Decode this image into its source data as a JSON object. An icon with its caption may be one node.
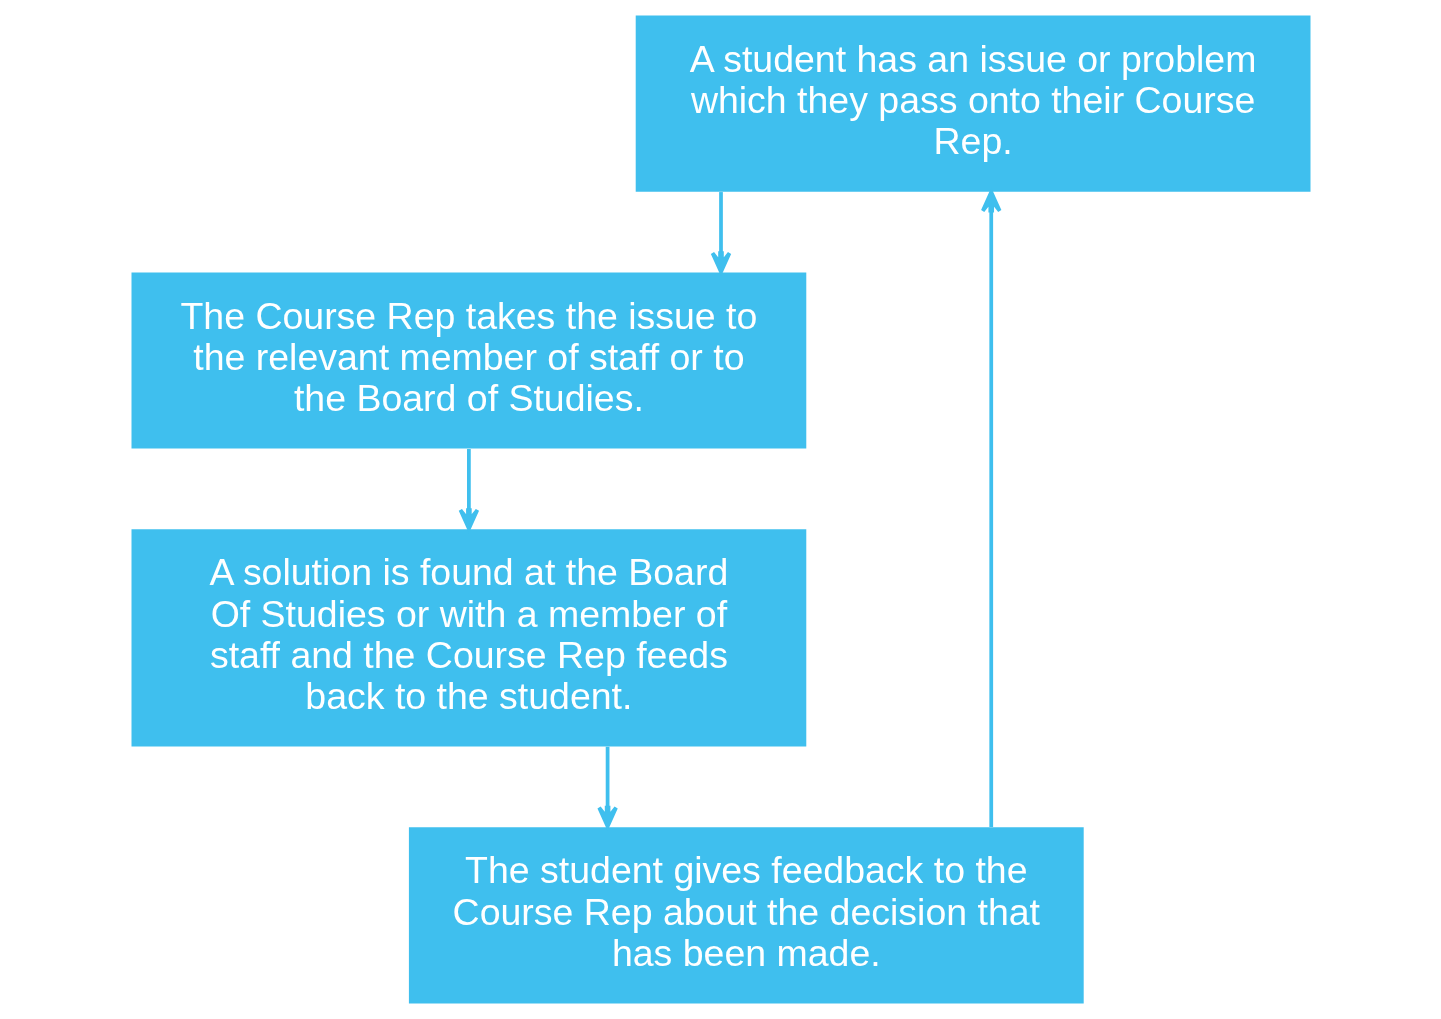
{
  "diagram": {
    "nodes": [
      {
        "text": [
          "A student has an issue or problem which they pass onto their Course Rep."
        ]
      },
      {
        "text": [
          "The Course Rep takes the issue to the relevant member of staff or to the Board of Studies."
        ]
      },
      {
        "text": [
          "A solution is found at the Board Of Studies or with a member of staff and the Course Rep feeds back to the student."
        ]
      },
      {
        "text": [
          "The student gives feedback to the Course Rep about the decision that has been made."
        ]
      }
    ],
    "edges": [
      {
        "from": 0,
        "to": 1,
        "arrow": "to"
      },
      {
        "from": 1,
        "to": 2,
        "arrow": "to"
      },
      {
        "from": 2,
        "to": 3,
        "arrow": "to"
      },
      {
        "from": 3,
        "to": 0,
        "arrow": "to"
      }
    ]
  }
}
